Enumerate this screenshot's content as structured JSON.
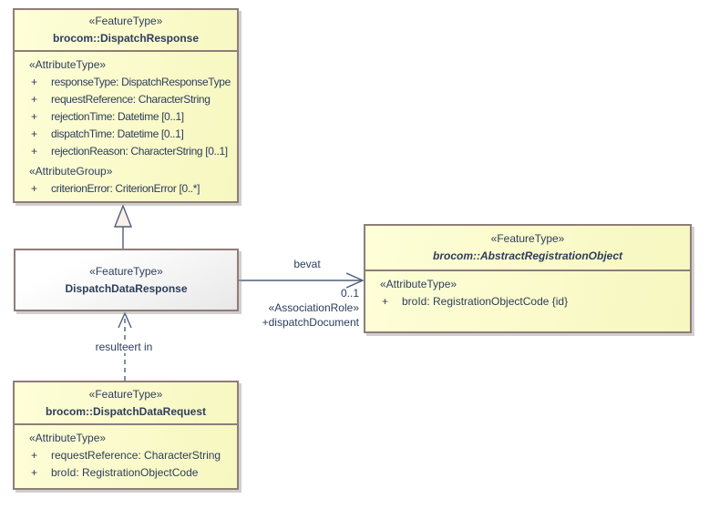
{
  "colors": {
    "class_fill": "#F9F9C6",
    "class_border": "#8F7D79",
    "neutral_fill": "#EFEFEF",
    "text": "#2C3D5B",
    "edge_line": "#4E5F7E",
    "triangle_fill": "#FAF0E8"
  },
  "boxes": {
    "dispatchResponse": {
      "stereotype": "«FeatureType»",
      "name": "brocom::DispatchResponse",
      "attrHeader1": "«AttributeType»",
      "attrs1": [
        {
          "vis": "+",
          "text": "responseType: DispatchResponseType"
        },
        {
          "vis": "+",
          "text": "requestReference: CharacterString"
        },
        {
          "vis": "+",
          "text": "rejectionTime: Datetime [0..1]"
        },
        {
          "vis": "+",
          "text": "dispatchTime: Datetime [0..1]"
        },
        {
          "vis": "+",
          "text": "rejectionReason: CharacterString [0..1]"
        }
      ],
      "attrHeader2": "«AttributeGroup»",
      "attrs2": [
        {
          "vis": "+",
          "text": "criterionError: CriterionError [0..*]"
        }
      ]
    },
    "dispatchDataResponse": {
      "stereotype": "«FeatureType»",
      "name": "DispatchDataResponse"
    },
    "abstractRegistrationObject": {
      "stereotype": "«FeatureType»",
      "name": "brocom::AbstractRegistrationObject",
      "attrHeader": "«AttributeType»",
      "attrs": [
        {
          "vis": "+",
          "text": "broId: RegistrationObjectCode {id}"
        }
      ]
    },
    "dispatchDataRequest": {
      "stereotype": "«FeatureType»",
      "name": "brocom::DispatchDataRequest",
      "attrHeader": "«AttributeType»",
      "attrs": [
        {
          "vis": "+",
          "text": "requestReference: CharacterString"
        },
        {
          "vis": "+",
          "text": "broId: RegistrationObjectCode"
        }
      ]
    }
  },
  "relations": {
    "association": {
      "name": "bevat",
      "multiplicity": "0..1",
      "stereotype": "«AssociationRole»",
      "role": "+dispatchDocument"
    },
    "dependency": {
      "label": "resulteert in"
    }
  }
}
